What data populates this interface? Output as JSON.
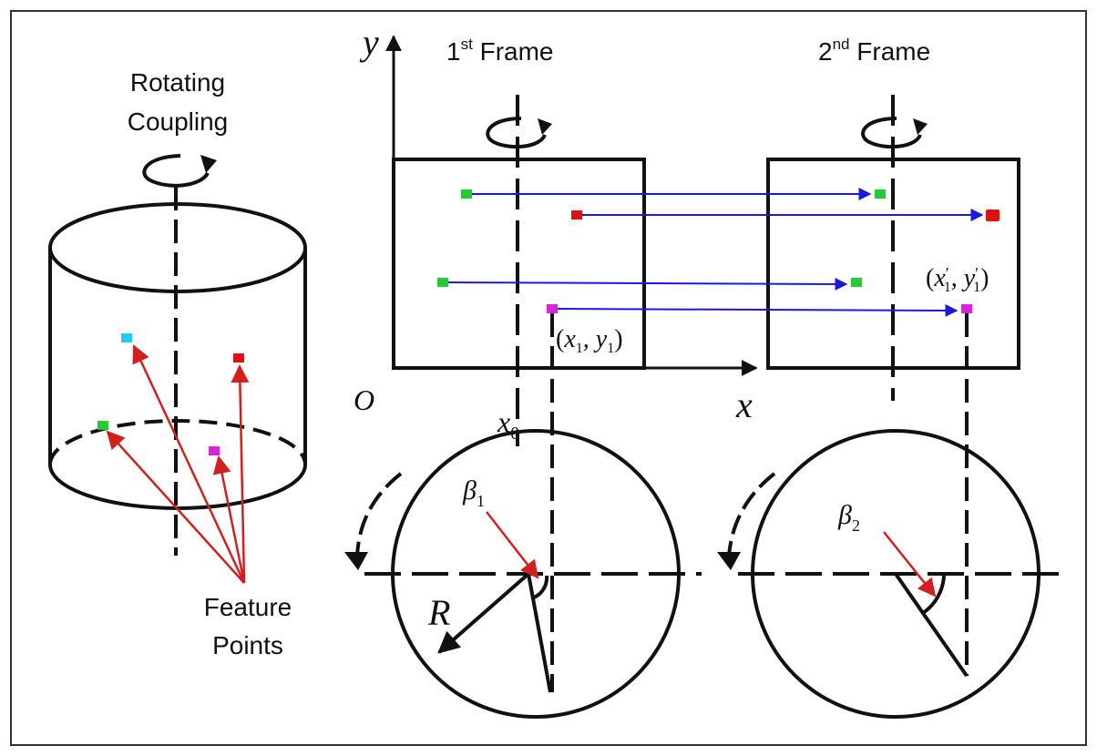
{
  "colors": {
    "line": "#111111",
    "arrow_blue": "#1a1adc",
    "arrow_red": "#d21f1f",
    "point_green": "#22cc33",
    "point_red": "#dd1111",
    "point_magenta": "#dd22dd",
    "point_cyan": "#22ccee"
  },
  "cylinder": {
    "label_line1": "Rotating",
    "label_line2": "Coupling",
    "feature_label_line1": "Feature",
    "feature_label_line2": "Points"
  },
  "frames": {
    "first": {
      "base": "1",
      "sup": "st",
      "word": " Frame"
    },
    "second": {
      "base": "2",
      "sup": "nd",
      "word": " Frame"
    }
  },
  "axes": {
    "y": "y",
    "x": "x",
    "origin": "O",
    "x0_base": "x",
    "x0_sub": "0"
  },
  "points": {
    "p1_open": "(",
    "p1_x": "x",
    "p1_sub1": "1",
    "p1_comma": ", y",
    "p1_sub2": "1",
    "p1_close": ")",
    "p2_open": "(",
    "p2_x": "x",
    "p2_prime": "′",
    "p2_sub1": "1",
    "p2_comma": ", y",
    "p2_prime2": "′",
    "p2_sub2": "1",
    "p2_close": ")"
  },
  "circles": {
    "beta1_base": "β",
    "beta1_sub": "1",
    "beta2_base": "β",
    "beta2_sub": "2",
    "radius": "R"
  }
}
